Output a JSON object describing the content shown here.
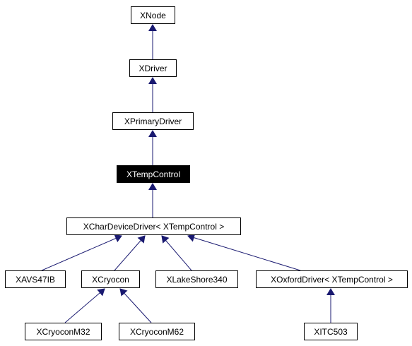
{
  "diagram": {
    "nodes": {
      "xnode": "XNode",
      "xdriver": "XDriver",
      "xprimarydriver": "XPrimaryDriver",
      "xtempcontrol": "XTempControl",
      "xchardevicedriver": "XCharDeviceDriver< XTempControl >",
      "xavs47ib": "XAVS47IB",
      "xcryocon": "XCryocon",
      "xlakeshore340": "XLakeShore340",
      "xoxforddriver": "XOxfordDriver< XTempControl >",
      "xcryoconm32": "XCryoconM32",
      "xcryoconm62": "XCryoconM62",
      "xitc503": "XITC503"
    },
    "colors": {
      "edge": "#191970",
      "current_node_fill": "#000000",
      "current_node_text": "#ffffff",
      "node_border": "#000000"
    }
  }
}
